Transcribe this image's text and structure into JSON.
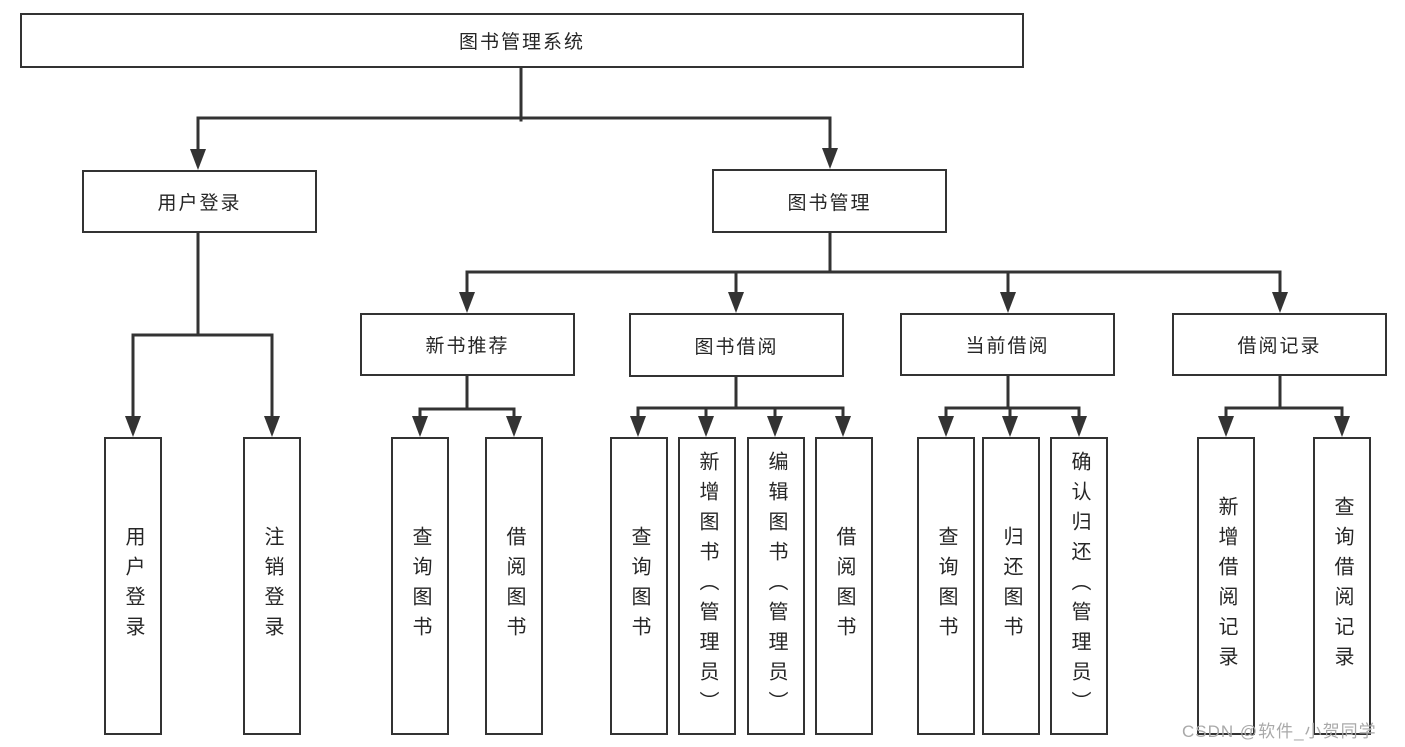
{
  "diagram_type": "tree",
  "colors": {
    "line": "#333333",
    "box_border": "#333333",
    "box_background": "#ffffff",
    "text": "#262626",
    "watermark": "#a9a9a9"
  },
  "tree": {
    "label": "图书管理系统",
    "children": [
      {
        "label": "用户登录",
        "children": [
          {
            "label": "用户登录"
          },
          {
            "label": "注销登录"
          }
        ]
      },
      {
        "label": "图书管理",
        "children": [
          {
            "label": "新书推荐",
            "children": [
              {
                "label": "查询图书"
              },
              {
                "label": "借阅图书"
              }
            ]
          },
          {
            "label": "图书借阅",
            "children": [
              {
                "label": "查询图书"
              },
              {
                "label": "新增图书（管理员）"
              },
              {
                "label": "编辑图书（管理员）"
              },
              {
                "label": "借阅图书"
              }
            ]
          },
          {
            "label": "当前借阅",
            "children": [
              {
                "label": "查询图书"
              },
              {
                "label": "归还图书"
              },
              {
                "label": "确认归还（管理员）"
              }
            ]
          },
          {
            "label": "借阅记录",
            "children": [
              {
                "label": "新增借阅记录"
              },
              {
                "label": "查询借阅记录"
              }
            ]
          }
        ]
      }
    ]
  },
  "watermark": {
    "text": "CSDN @软件_小贺同学"
  }
}
